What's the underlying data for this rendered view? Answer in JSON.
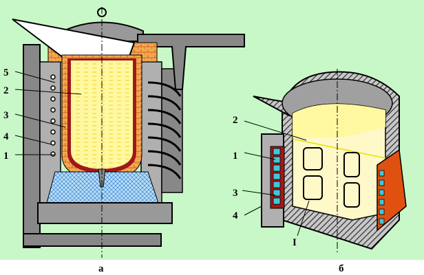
{
  "figure_a": {
    "caption": "а",
    "labels": [
      "5",
      "2",
      "3",
      "4",
      "1"
    ]
  },
  "figure_b": {
    "caption": "б",
    "labels": [
      "2",
      "1",
      "3",
      "4",
      "I"
    ]
  },
  "colors": {
    "background": "#c8f8c8",
    "melt": "#fff8a0",
    "brick": "#f0a040",
    "lining": "#a01818",
    "steel": "#909090",
    "coil": "#40c8d8",
    "slag_blue": "#a8d8f8"
  }
}
